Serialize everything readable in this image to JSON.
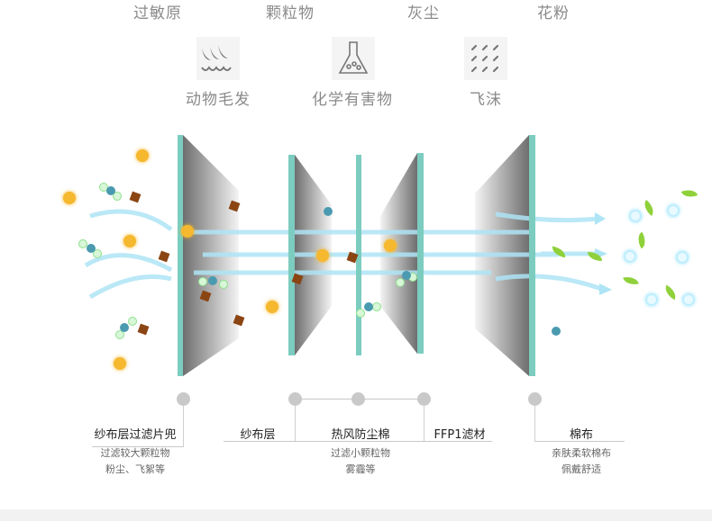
{
  "top_row": [
    "过敏原",
    "颗粒物",
    "灰尘",
    "花粉"
  ],
  "icons": [
    {
      "label": "动物毛发",
      "icon": "animal-hair-icon"
    },
    {
      "label": "化学有害物",
      "icon": "flask-icon"
    },
    {
      "label": "飞沫",
      "icon": "droplets-icon"
    }
  ],
  "layers": {
    "l1": {
      "title": "纱布层过滤片兜",
      "desc1": "过滤较大颗粒物",
      "desc2": "粉尘、飞絮等"
    },
    "l2": {
      "title": "纱布层"
    },
    "l3": {
      "title": "热风防尘棉",
      "desc1": "过滤小颗粒物",
      "desc2": "雾霾等"
    },
    "l4": {
      "title": "FFP1滤材"
    },
    "l5": {
      "title": "棉布",
      "desc1": "亲肤柔软棉布",
      "desc2": "佩戴舒适"
    }
  },
  "colors": {
    "filter": "#7ccdc0",
    "airflow": "#aee4f5",
    "dust": "#8b4513",
    "pollen": "#f5b82e"
  }
}
